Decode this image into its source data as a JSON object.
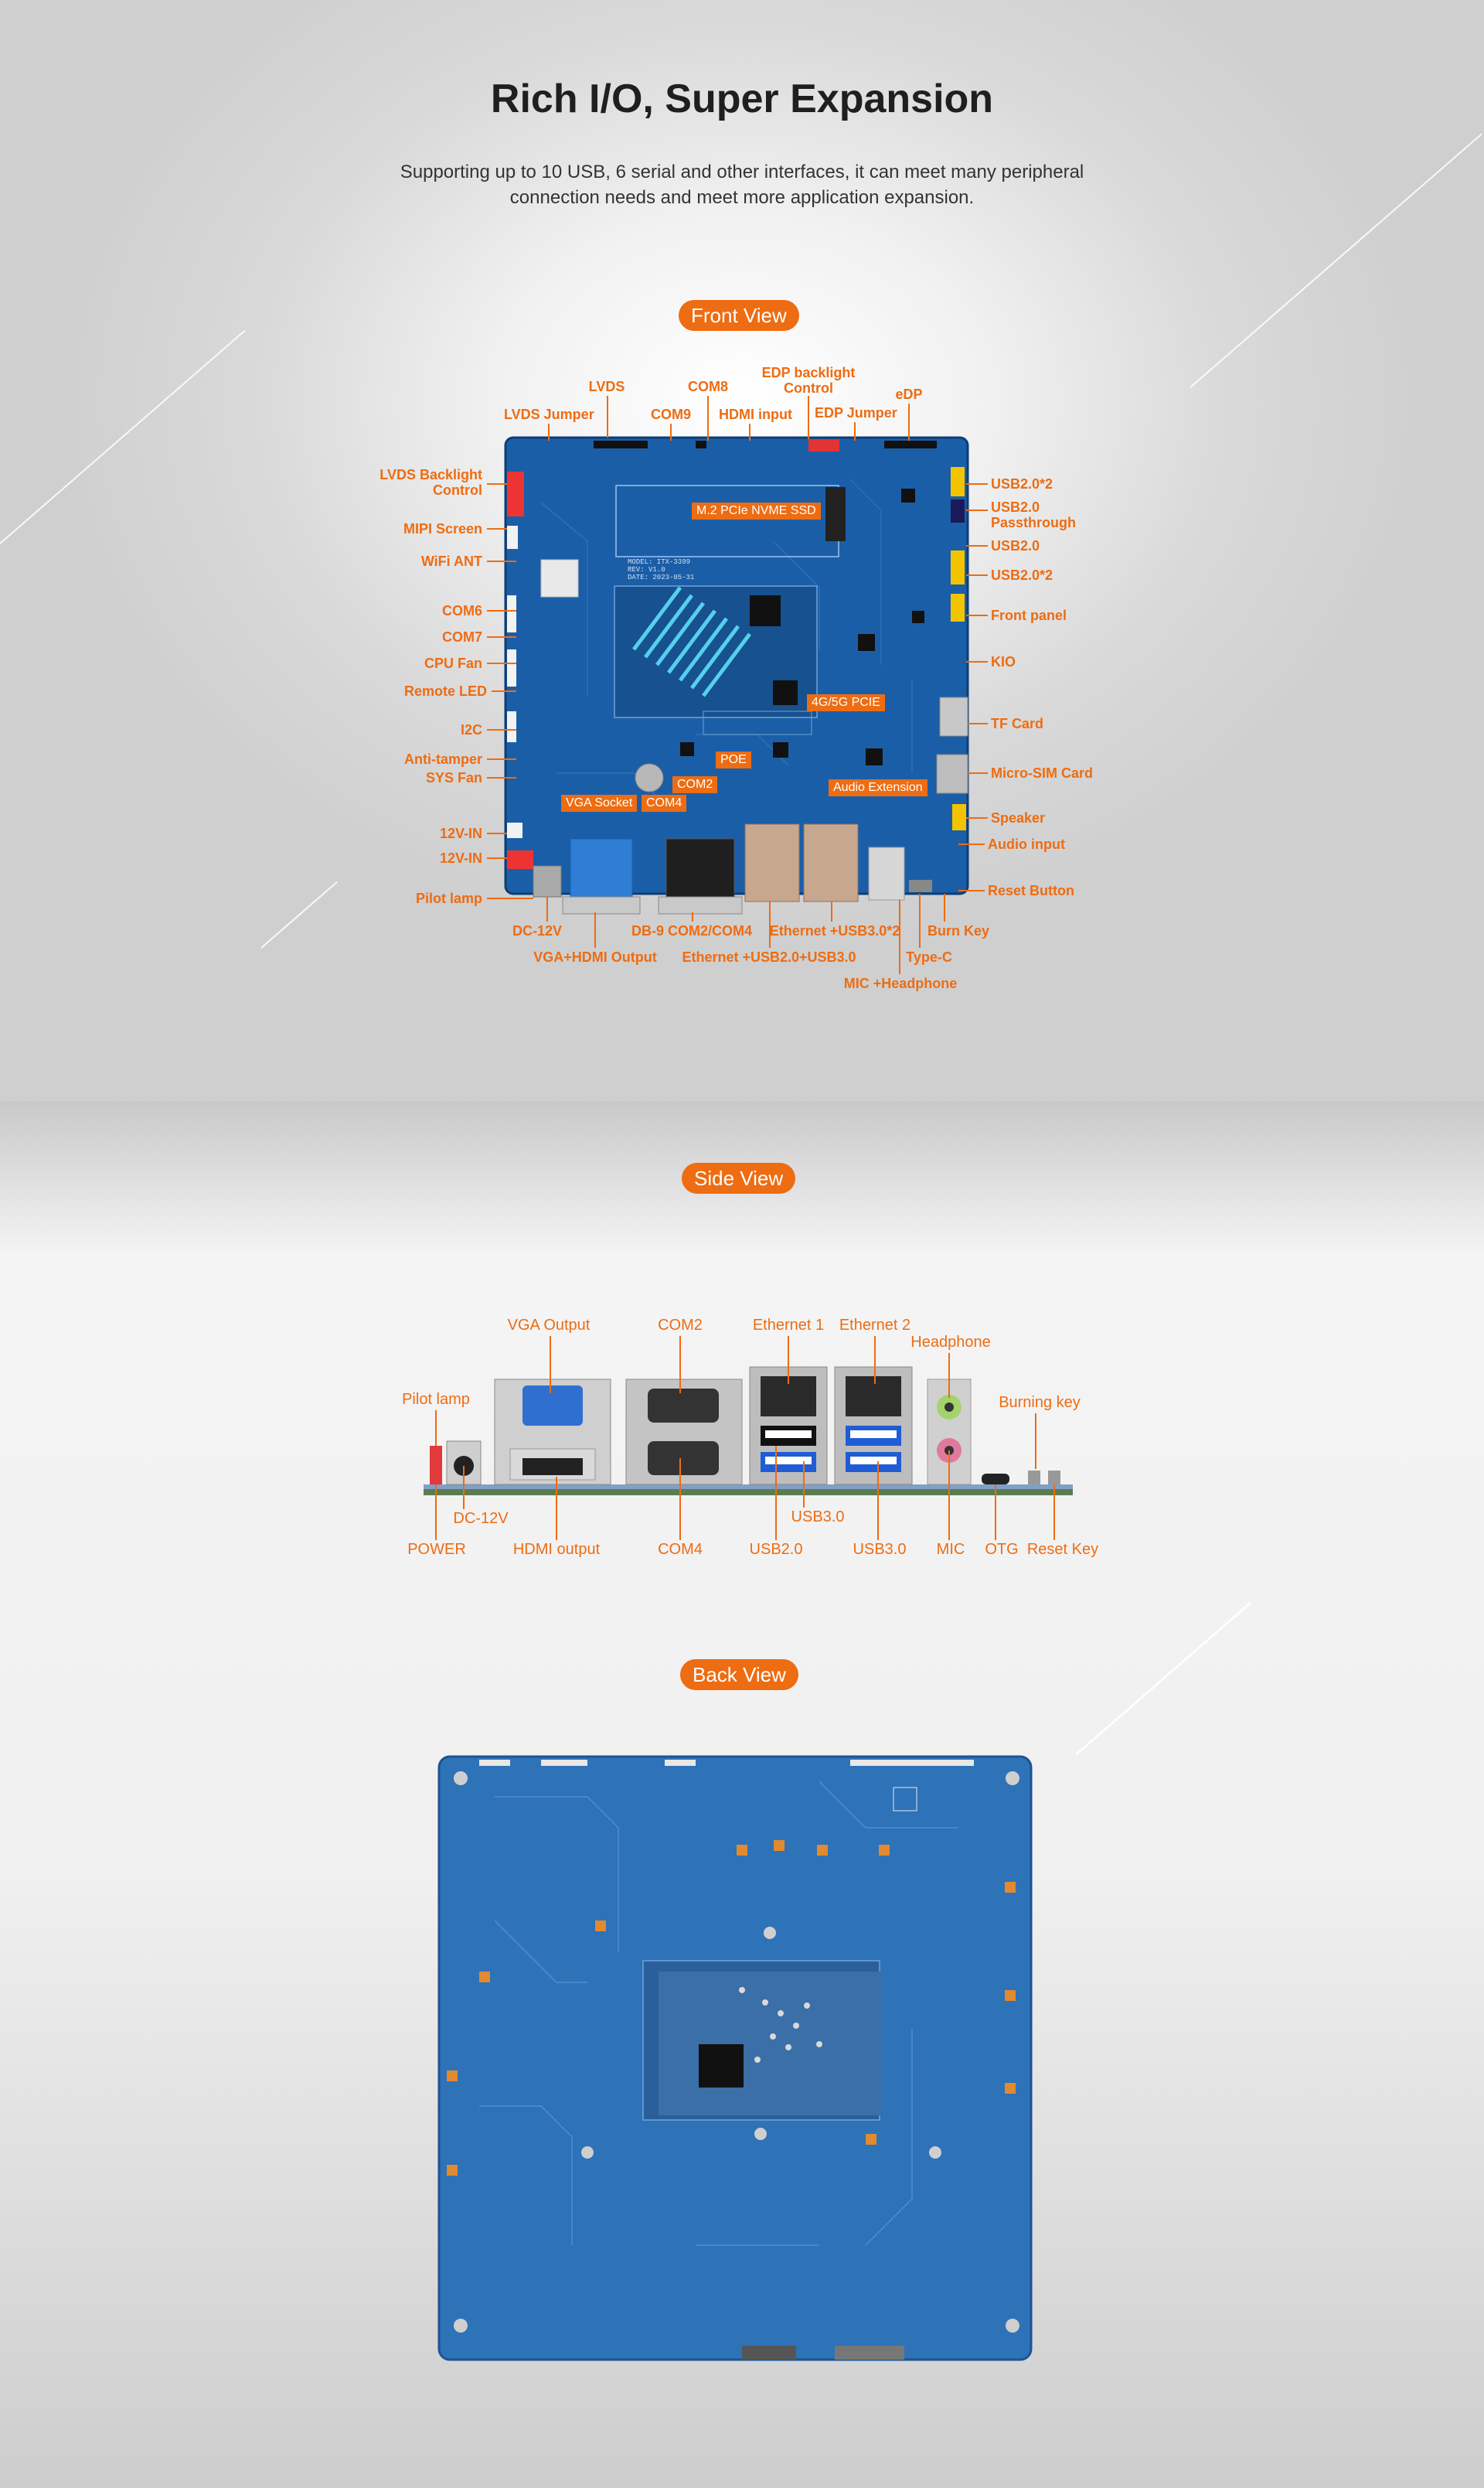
{
  "header": {
    "title": "Rich I/O, Super Expansion",
    "subtitle": "Supporting up to 10 USB, 6 serial and other interfaces, it can meet many peripheral connection needs and meet more application expansion."
  },
  "front": {
    "heading": "Front View",
    "board_silk": "MODEL: ITX-3399\nREV: V1.0\nDATE: 2023-05-31",
    "top_labels": {
      "lvds": "LVDS",
      "lvds_jumper": "LVDS Jumper",
      "com9": "COM9",
      "com8": "COM8",
      "hdmi_input": "HDMI input",
      "edp_backlight": "EDP backlight\nControl",
      "edp_jumper": "EDP Jumper",
      "edp": "eDP"
    },
    "left_labels": {
      "lvds_backlight": "LVDS Backlight\nControl",
      "mipi": "MIPI Screen",
      "wifi": "WiFi ANT",
      "com6": "COM6",
      "com7": "COM7",
      "cpu_fan": "CPU Fan",
      "remote_led": "Remote LED",
      "i2c": "I2C",
      "anti_tamper": "Anti-tamper",
      "sys_fan": "SYS Fan",
      "v12_in_1": "12V-IN",
      "v12_in_2": "12V-IN",
      "pilot": "Pilot lamp"
    },
    "right_labels": {
      "usb_x2_a": "USB2.0*2",
      "usb_pass": "USB2.0\nPassthrough",
      "usb20": "USB2.0",
      "usb_x2_b": "USB2.0*2",
      "front_panel": "Front panel",
      "kio": "KIO",
      "tf": "TF Card",
      "sim": "Micro-SIM Card",
      "speaker": "Speaker",
      "audio_in": "Audio input",
      "reset": "Reset Button"
    },
    "bottom_labels": {
      "dc12": "DC-12V",
      "vga_hdmi": "VGA+HDMI Output",
      "db9": "DB-9 COM2/COM4",
      "eth_usb20": "Ethernet +USB2.0+USB3.0",
      "eth_usb30": "Ethernet +USB3.0*2",
      "mic_hp": "MIC +Headphone",
      "typec": "Type-C",
      "burn": "Burn Key"
    },
    "board_tags": {
      "m2": "M.2 PCIe NVME SSD",
      "lte": "4G/5G PCIE",
      "audio_ext": "Audio Extension",
      "poe": "POE",
      "com2": "COM2",
      "vga_socket": "VGA Socket",
      "com4": "COM4"
    }
  },
  "side": {
    "heading": "Side View",
    "labels": {
      "vga": "VGA Output",
      "com2": "COM2",
      "eth1": "Ethernet 1",
      "eth2": "Ethernet 2",
      "headphone": "Headphone",
      "pilot": "Pilot lamp",
      "burning": "Burning key",
      "dc12": "DC-12V",
      "usb30_upper": "USB3.0",
      "power": "POWER",
      "hdmi": "HDMI output",
      "com4": "COM4",
      "usb20": "USB2.0",
      "usb30": "USB3.0",
      "mic": "MIC",
      "otg": "OTG",
      "reset": "Reset Key"
    }
  },
  "back": {
    "heading": "Back View"
  },
  "colors": {
    "accent": "#ee6c12",
    "pcb": "#1b5ea8",
    "pcb_back": "#2e72b8"
  }
}
